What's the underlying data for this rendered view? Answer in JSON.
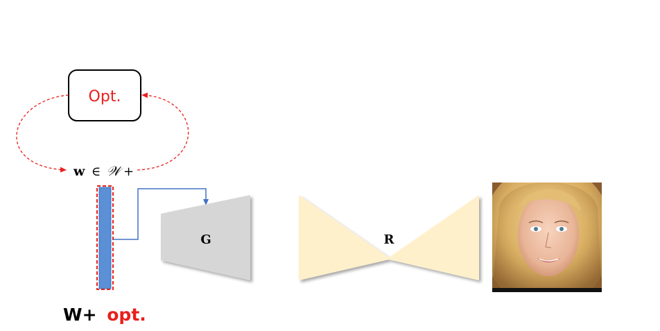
{
  "optimizer": {
    "label": "Opt."
  },
  "latent": {
    "symbol": "w",
    "relation": "∈",
    "space": "𝒲",
    "suffix": "+"
  },
  "generator": {
    "label": "G"
  },
  "network_r": {
    "label": "R"
  },
  "caption": {
    "prefix": "W+",
    "highlight": "opt."
  },
  "colors": {
    "accent_red": "#e8201c",
    "latent_fill": "#5b8fd6",
    "link_blue": "#4472c4",
    "generator_fill": "#d6d6d6",
    "r_fill": "#fff0cc",
    "box_stroke": "#000000"
  },
  "output_image": {
    "icon": "face-portrait-icon"
  }
}
